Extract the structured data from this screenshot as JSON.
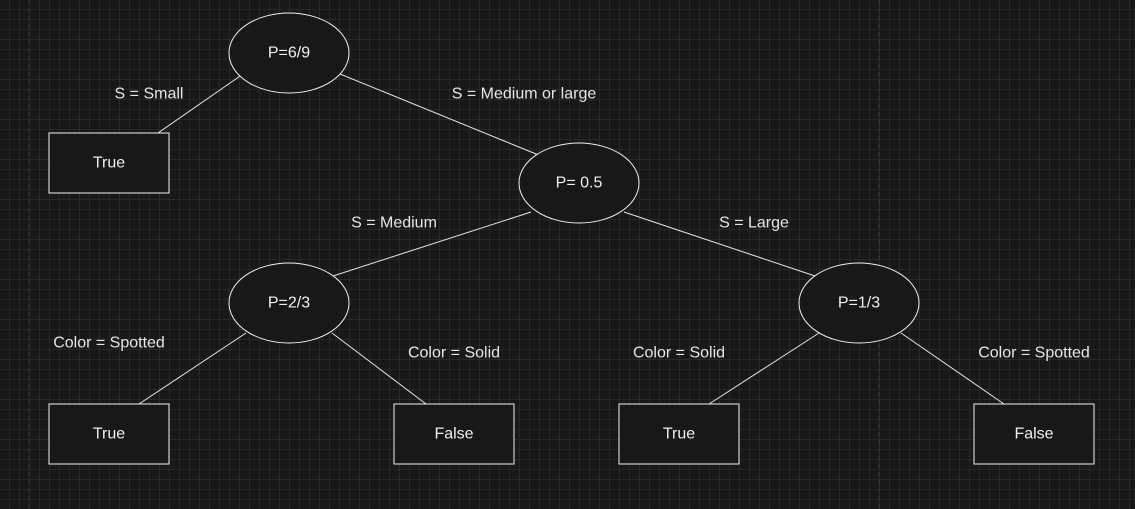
{
  "nodes": {
    "root": {
      "label": "P=6/9"
    },
    "mid": {
      "label": "P= 0.5"
    },
    "left_mid": {
      "label": "P=2/3"
    },
    "right_mid": {
      "label": "P=1/3"
    },
    "leaf_small": {
      "label": "True"
    },
    "leaf_medium_spotted": {
      "label": "True"
    },
    "leaf_medium_solid": {
      "label": "False"
    },
    "leaf_large_solid": {
      "label": "True"
    },
    "leaf_large_spotted": {
      "label": "False"
    }
  },
  "edges": {
    "root_small": {
      "label": "S = Small"
    },
    "root_medium_large": {
      "label": "S = Medium or large"
    },
    "mid_medium": {
      "label": "S = Medium"
    },
    "mid_large": {
      "label": "S = Large"
    },
    "left_spotted": {
      "label": "Color = Spotted"
    },
    "left_solid": {
      "label": "Color = Solid"
    },
    "right_solid": {
      "label": "Color = Solid"
    },
    "right_spotted": {
      "label": "Color = Spotted"
    }
  },
  "colors": {
    "background": "#181818",
    "stroke": "#f0f0f0",
    "text": "#f0f0f0"
  }
}
